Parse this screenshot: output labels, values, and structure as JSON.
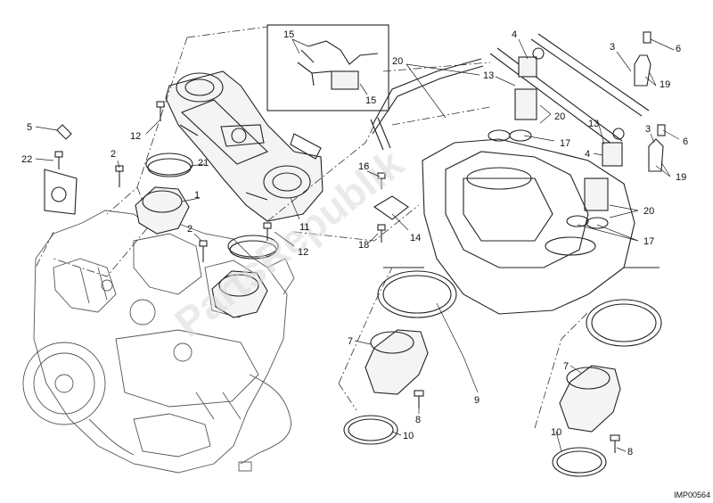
{
  "diagram": {
    "reference_code": "IMP00564",
    "watermark": "PartsRepublik",
    "callouts": [
      {
        "id": "c1",
        "text": "15"
      },
      {
        "id": "c2",
        "text": "15"
      },
      {
        "id": "c3",
        "text": "12"
      },
      {
        "id": "c4",
        "text": "5"
      },
      {
        "id": "c5",
        "text": "22"
      },
      {
        "id": "c6",
        "text": "2"
      },
      {
        "id": "c7",
        "text": "21"
      },
      {
        "id": "c8",
        "text": "1"
      },
      {
        "id": "c9",
        "text": "2"
      },
      {
        "id": "c10",
        "text": "11"
      },
      {
        "id": "c11",
        "text": "12"
      },
      {
        "id": "c12",
        "text": "20"
      },
      {
        "id": "c13",
        "text": "4"
      },
      {
        "id": "c14",
        "text": "13"
      },
      {
        "id": "c15",
        "text": "20"
      },
      {
        "id": "c16",
        "text": "17"
      },
      {
        "id": "c17",
        "text": "3"
      },
      {
        "id": "c18",
        "text": "6"
      },
      {
        "id": "c19",
        "text": "19"
      },
      {
        "id": "c20",
        "text": "13"
      },
      {
        "id": "c21",
        "text": "4"
      },
      {
        "id": "c22",
        "text": "3"
      },
      {
        "id": "c23",
        "text": "6"
      },
      {
        "id": "c24",
        "text": "19"
      },
      {
        "id": "c25",
        "text": "20"
      },
      {
        "id": "c26",
        "text": "17"
      },
      {
        "id": "c27",
        "text": "16"
      },
      {
        "id": "c28",
        "text": "14"
      },
      {
        "id": "c29",
        "text": "18"
      },
      {
        "id": "c30",
        "text": "7"
      },
      {
        "id": "c31",
        "text": "8"
      },
      {
        "id": "c32",
        "text": "10"
      },
      {
        "id": "c33",
        "text": "9"
      },
      {
        "id": "c34",
        "text": "7"
      },
      {
        "id": "c35",
        "text": "10"
      },
      {
        "id": "c36",
        "text": "8"
      }
    ]
  }
}
